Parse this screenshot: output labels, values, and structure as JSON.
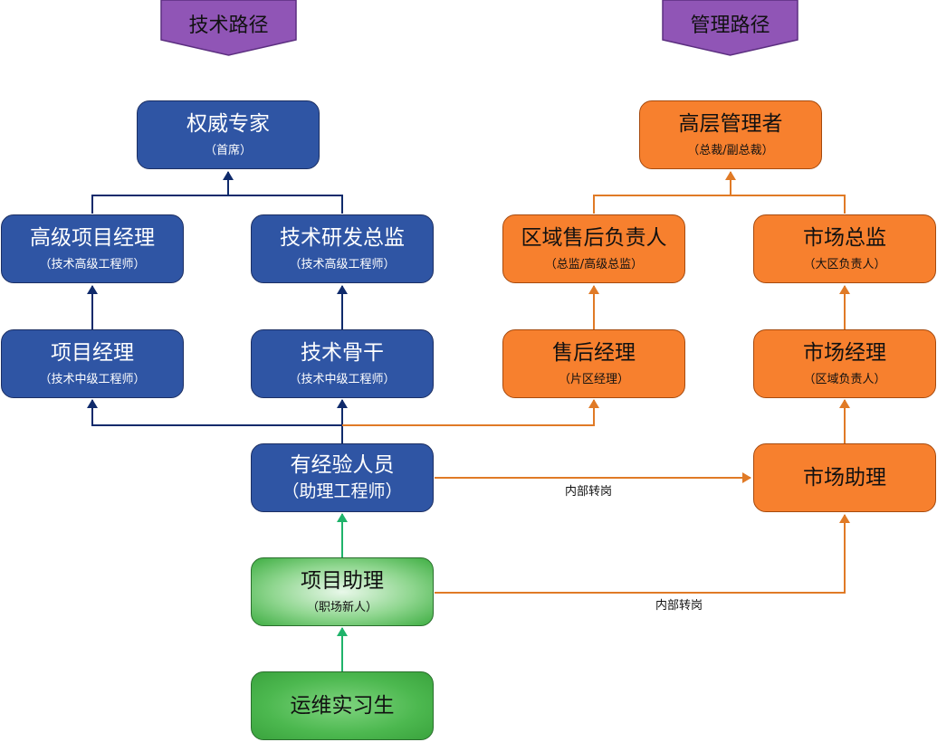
{
  "headers": {
    "technical": "技术路径",
    "management": "管理路径"
  },
  "nodes": {
    "authority_expert": {
      "title": "权威专家",
      "subtitle": "（首席）"
    },
    "senior_pm": {
      "title": "高级项目经理",
      "subtitle": "（技术高级工程师）"
    },
    "rd_director": {
      "title": "技术研发总监",
      "subtitle": "（技术高级工程师）"
    },
    "project_manager": {
      "title": "项目经理",
      "subtitle": "（技术中级工程师）"
    },
    "tech_backbone": {
      "title": "技术骨干",
      "subtitle": "（技术中级工程师）"
    },
    "experienced_staff": {
      "title": "有经验人员",
      "subtitle": "（助理工程师）"
    },
    "project_assistant": {
      "title": "项目助理",
      "subtitle": "（职场新人）"
    },
    "ops_intern": {
      "title": "运维实习生"
    },
    "senior_management": {
      "title": "高层管理者",
      "subtitle": "（总裁/副总裁）"
    },
    "regional_aftersales_head": {
      "title": "区域售后负责人",
      "subtitle": "（总监/高级总监）"
    },
    "marketing_director": {
      "title": "市场总监",
      "subtitle": "（大区负责人）"
    },
    "aftersales_manager": {
      "title": "售后经理",
      "subtitle": "（片区经理）"
    },
    "marketing_manager": {
      "title": "市场经理",
      "subtitle": "（区域负责人）"
    },
    "marketing_assistant": {
      "title": "市场助理"
    }
  },
  "edge_labels": {
    "transfer_upper": "内部转岗",
    "transfer_lower": "内部转岗"
  },
  "colors": {
    "technical_box": "#2f55a4",
    "technical_line": "#0f2a6b",
    "management_box": "#f7802e",
    "management_line": "#e07a26",
    "entry_line": "#1fb36a",
    "header_banner": "#9055b6"
  }
}
